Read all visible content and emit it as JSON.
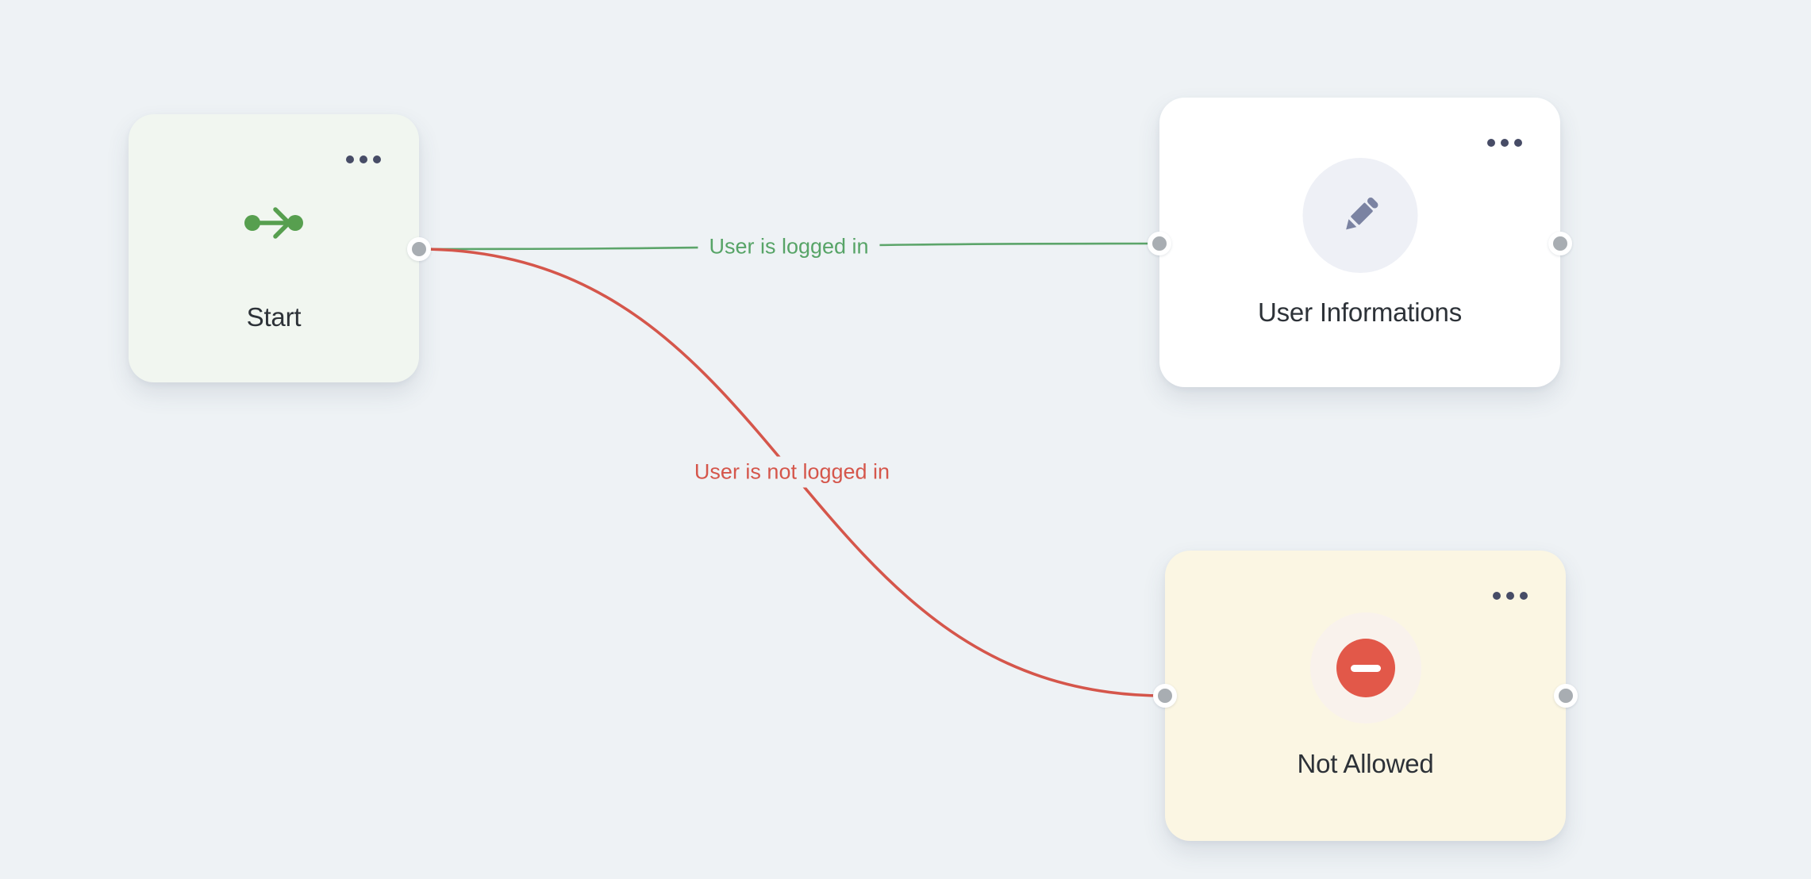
{
  "canvas": {
    "background_color": "#eef2f5"
  },
  "nodes": [
    {
      "title": "Start",
      "icon": "flow-start-icon",
      "icon_color": "#579f4f",
      "background_color": "#f1f6f0",
      "menu": "ellipsis-menu"
    },
    {
      "title": "User Informations",
      "icon": "pencil-icon",
      "icon_color": "#7b83a2",
      "icon_circle_color": "#eef0f6",
      "background_color": "#ffffff",
      "menu": "ellipsis-menu"
    },
    {
      "title": "Not Allowed",
      "icon": "minus-circle-icon",
      "icon_color": "#e25849",
      "icon_circle_color": "#f9f2ec",
      "background_color": "#fbf6e3",
      "menu": "ellipsis-menu"
    }
  ],
  "edges": [
    {
      "label": "User is logged in",
      "color": "#5ca56a",
      "from": "Start",
      "to": "User Informations"
    },
    {
      "label": "User is not logged in",
      "color": "#d5564b",
      "from": "Start",
      "to": "Not Allowed"
    }
  ],
  "handles": {
    "color": "#a8adb2",
    "ring_color": "#ffffff"
  }
}
